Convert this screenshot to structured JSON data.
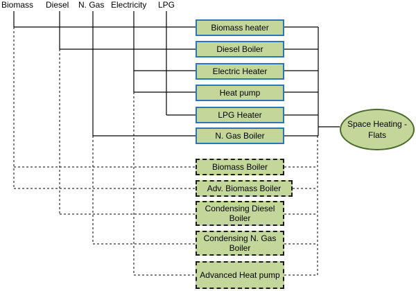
{
  "fuels": [
    {
      "id": "biomass",
      "label": "Biomass"
    },
    {
      "id": "diesel",
      "label": "Diesel"
    },
    {
      "id": "ngas",
      "label": "N. Gas"
    },
    {
      "id": "electricity",
      "label": "Electricity"
    },
    {
      "id": "lpg",
      "label": "LPG"
    }
  ],
  "technologies": [
    {
      "label": "Biomass heater",
      "fuel": "biomass",
      "kind": "existing"
    },
    {
      "label": "Diesel Boiler",
      "fuel": "diesel",
      "kind": "existing"
    },
    {
      "label": "Electric Heater",
      "fuel": "electricity",
      "kind": "existing"
    },
    {
      "label": "Heat pump",
      "fuel": "electricity",
      "kind": "existing"
    },
    {
      "label": "LPG Heater",
      "fuel": "lpg",
      "kind": "existing"
    },
    {
      "label": "N. Gas Boiler",
      "fuel": "ngas",
      "kind": "existing"
    },
    {
      "label": "Biomass Boiler",
      "fuel": "biomass",
      "kind": "advanced"
    },
    {
      "label": "Adv. Biomass Boiler",
      "fuel": "biomass",
      "kind": "advanced"
    },
    {
      "label": "Condensing Diesel Boiler",
      "fuel": "diesel",
      "kind": "advanced"
    },
    {
      "label": "Condensing N. Gas Boiler",
      "fuel": "ngas",
      "kind": "advanced"
    },
    {
      "label": "Advanced Heat pump",
      "fuel": "electricity",
      "kind": "advanced"
    }
  ],
  "demand": {
    "label": "Space Heating - Flats"
  },
  "colors": {
    "box_fill": "#c4d79b",
    "existing_border": "#2e75b6",
    "advanced_border": "#1a1a1a",
    "line": "#000000"
  }
}
